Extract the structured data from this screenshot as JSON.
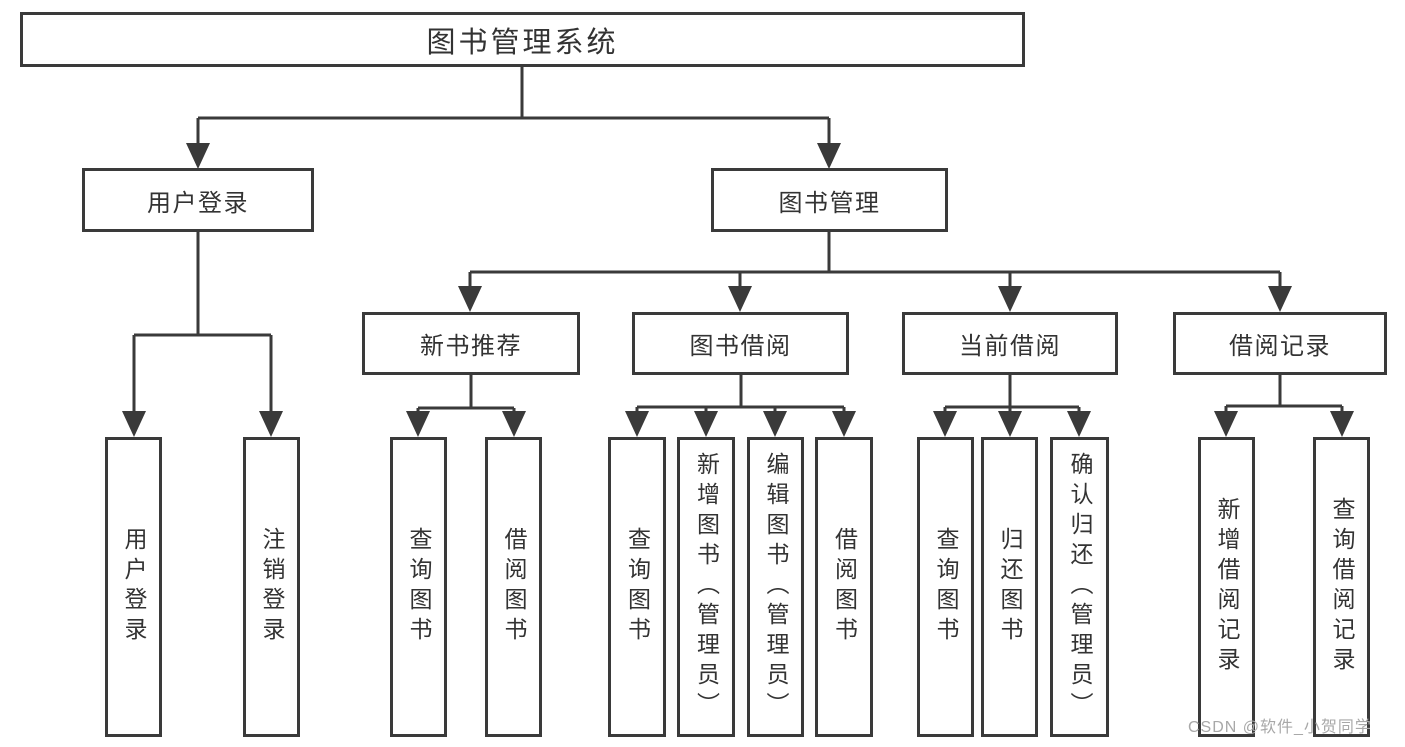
{
  "diagram": {
    "root": {
      "label": "图书管理系统"
    },
    "level2": [
      {
        "label": "用户登录"
      },
      {
        "label": "图书管理"
      }
    ],
    "level3": [
      {
        "label": "新书推荐"
      },
      {
        "label": "图书借阅"
      },
      {
        "label": "当前借阅"
      },
      {
        "label": "借阅记录"
      }
    ],
    "leaves": [
      {
        "label": "用户登录"
      },
      {
        "label": "注销登录"
      },
      {
        "label": "查询图书"
      },
      {
        "label": "借阅图书"
      },
      {
        "label": "查询图书"
      },
      {
        "label": "新增图书（管理员）"
      },
      {
        "label": "编辑图书（管理员）"
      },
      {
        "label": "借阅图书"
      },
      {
        "label": "查询图书"
      },
      {
        "label": "归还图书"
      },
      {
        "label": "确认归还（管理员）"
      },
      {
        "label": "新增借阅记录"
      },
      {
        "label": "查询借阅记录"
      }
    ]
  },
  "watermark": {
    "text": "CSDN @软件_小贺同学"
  },
  "colors": {
    "line": "#3a3a3a",
    "text": "#333333",
    "box_background": "#ffffff",
    "watermark": "#a8a8a8"
  }
}
